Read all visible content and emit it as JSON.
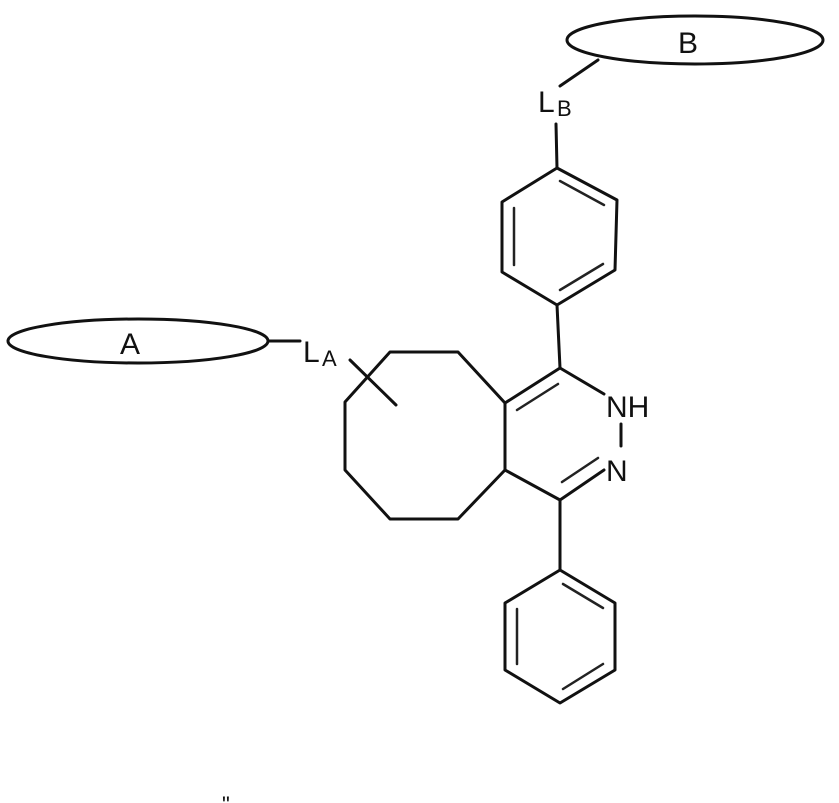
{
  "labels": {
    "group_a": "A",
    "group_b": "B",
    "linker_a_main": "L",
    "linker_a_sub": "A",
    "linker_b_main": "L",
    "linker_b_sub": "B",
    "nh": "NH",
    "n": "N",
    "footer_mark": "\""
  },
  "colors": {
    "ink": "#111111",
    "background": "#ffffff"
  }
}
